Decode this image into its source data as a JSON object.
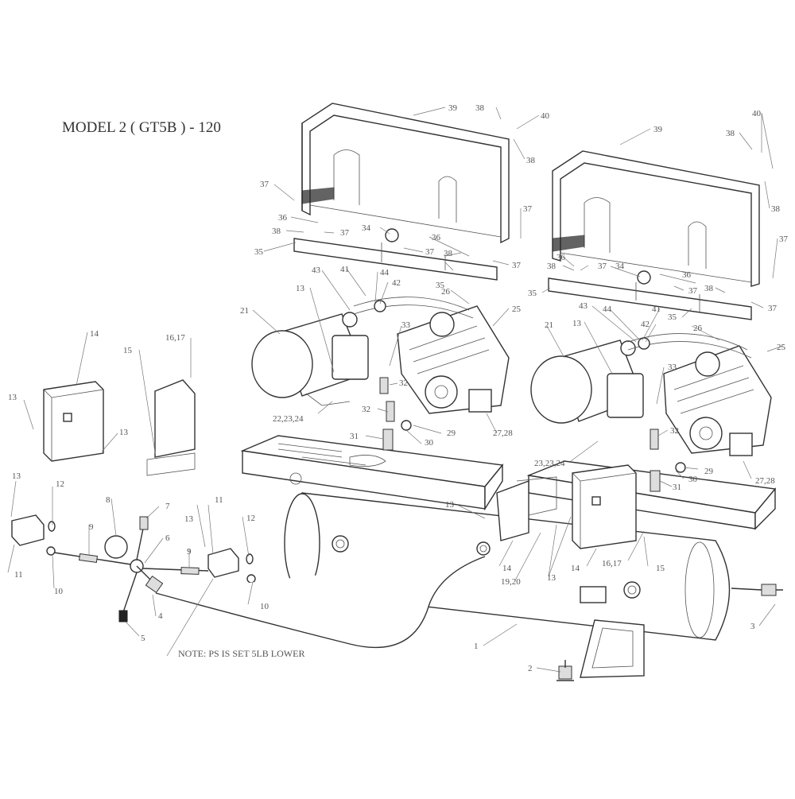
{
  "title": "MODEL 2 ( GT5B ) - 120",
  "note": "NOTE: PS IS SET 5LB LOWER",
  "callouts": {
    "c1": "1",
    "c2": "2",
    "c3": "3",
    "c4": "4",
    "c5": "5",
    "c6": "6",
    "c7": "7",
    "c8": "8",
    "c9a": "9",
    "c9b": "9",
    "c10a": "10",
    "c10b": "10",
    "c11a": "11",
    "c11b": "11",
    "c12a": "12",
    "c12b": "12",
    "c13a": "13",
    "c13b": "13",
    "c13c": "13",
    "c13d": "13",
    "c13e": "13",
    "c13f": "13",
    "c13g": "13",
    "c13h": "13",
    "c14a": "14",
    "c14b": "14",
    "c14c": "14",
    "c15a": "15",
    "c15b": "15",
    "c1617a": "16,17",
    "c1617b": "16,17",
    "c1920": "19,20",
    "c21a": "21",
    "c21b": "21",
    "c222324": "22,23,24",
    "c232324": "23,23,24",
    "c25a": "25",
    "c25b": "25",
    "c26a": "26",
    "c26b": "26",
    "c2728a": "27,28",
    "c2728b": "27,28",
    "c29a": "29",
    "c29b": "29",
    "c30a": "30",
    "c30b": "30",
    "c31a": "31",
    "c31b": "31",
    "c32a": "32",
    "c32b": "32",
    "c32c": "32",
    "c33a": "33",
    "c33b": "33",
    "c34a": "34",
    "c34b": "34",
    "c35a": "35",
    "c35b": "35",
    "c35c": "35",
    "c35d": "35",
    "c36a": "36",
    "c36b": "36",
    "c36c": "36",
    "c36d": "36",
    "c37a": "37",
    "c37b": "37",
    "c37c": "37",
    "c37d": "37",
    "c37e": "37",
    "c37f": "37",
    "c37g": "37",
    "c37h": "37",
    "c37i": "37",
    "c38a": "38",
    "c38b": "38",
    "c38c": "38",
    "c38d": "38",
    "c38e": "38",
    "c38f": "38",
    "c38g": "38",
    "c38h": "38",
    "c39a": "39",
    "c39b": "39",
    "c40a": "40",
    "c40b": "40",
    "c41a": "41",
    "c41b": "41",
    "c42a": "42",
    "c42b": "42",
    "c43a": "43",
    "c43b": "43",
    "c44a": "44",
    "c44b": "44"
  },
  "colors": {
    "line": "#333333",
    "label": "#555555",
    "background": "#ffffff"
  }
}
